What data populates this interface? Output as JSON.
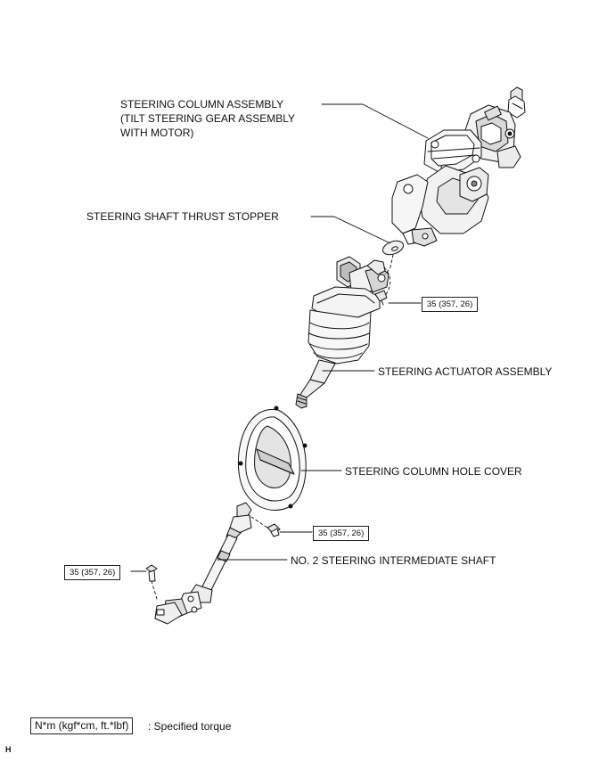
{
  "labels": {
    "column_assembly": [
      "STEERING COLUMN ASSEMBLY",
      "(TILT STEERING GEAR ASSEMBLY",
      "WITH MOTOR)"
    ],
    "thrust_stopper": "STEERING SHAFT THRUST STOPPER",
    "actuator": "STEERING ACTUATOR ASSEMBLY",
    "hole_cover": "STEERING COLUMN HOLE COVER",
    "intermediate_shaft": "NO. 2 STEERING INTERMEDIATE SHAFT"
  },
  "torques": {
    "actuator_bolt": "35 (357, 26)",
    "shaft_upper_bolt": "35 (357, 26)",
    "shaft_lower_bolt": "35 (357, 26)"
  },
  "legend": {
    "unit": "N*m (kgf*cm, ft.*lbf)",
    "description": ": Specified torque"
  },
  "corner_mark": "H",
  "colors": {
    "line": "#111111",
    "fill": "#ffffff",
    "shade": "#b8b8b8",
    "dark": "#555555"
  }
}
